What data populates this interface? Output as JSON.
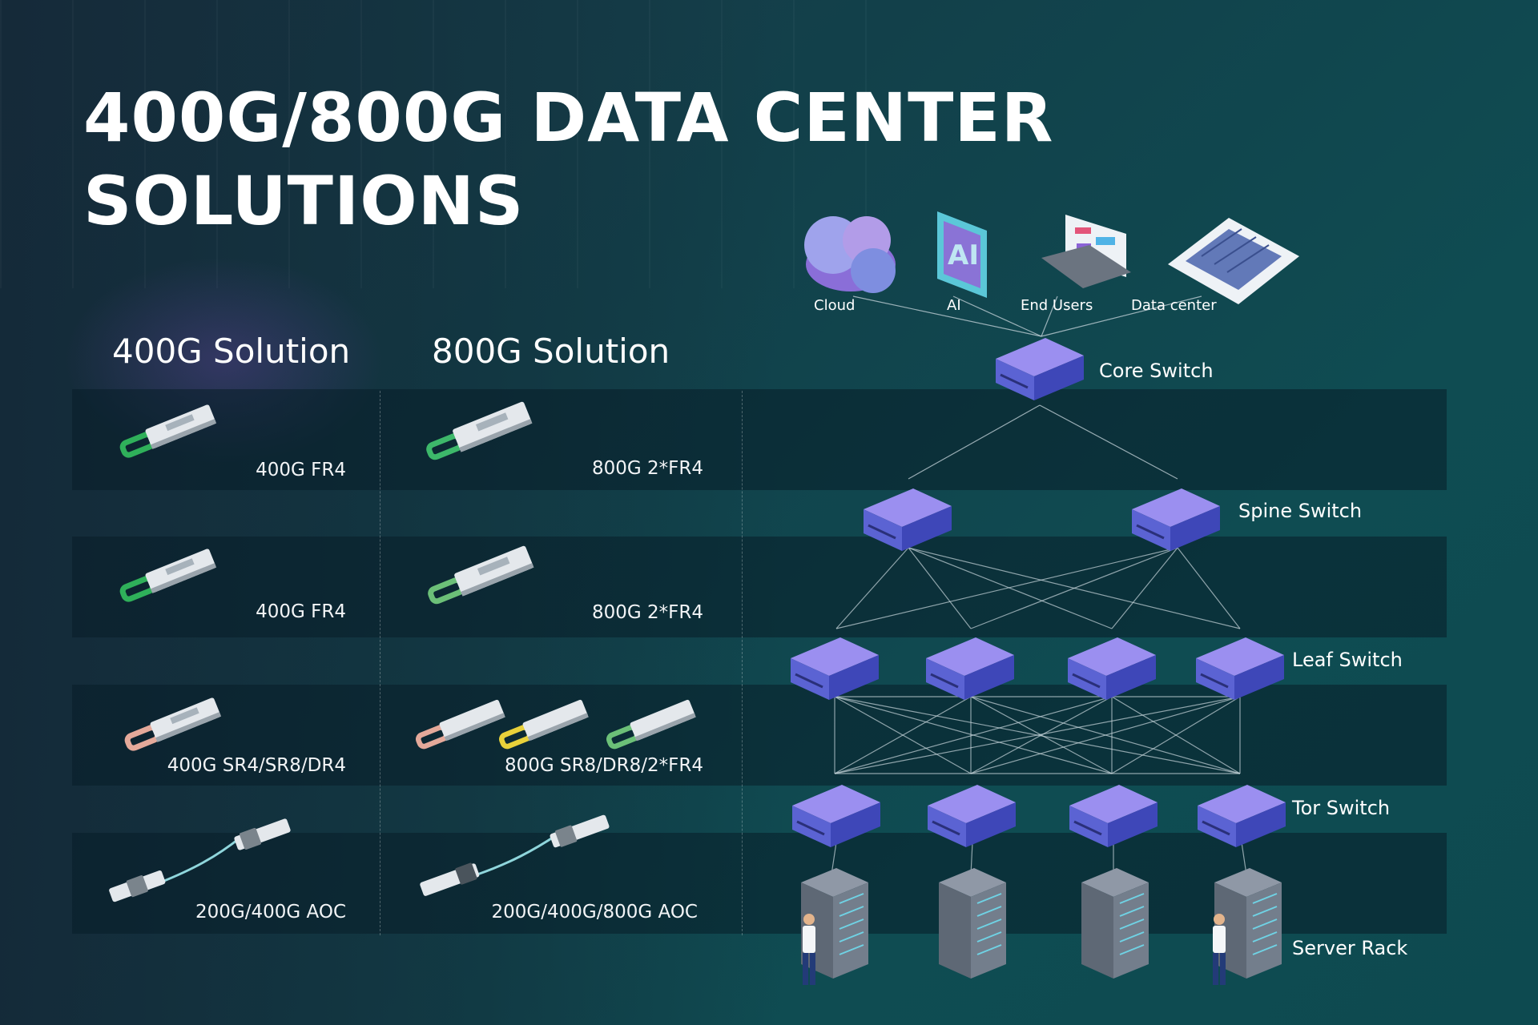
{
  "title": {
    "line1": "400G/800G DATA CENTER",
    "line2": "SOLUTIONS"
  },
  "columns": {
    "col400": "400G Solution",
    "col800": "800G Solution"
  },
  "products": {
    "row1": {
      "p400": "400G FR4",
      "p800": "800G 2*FR4"
    },
    "row2": {
      "p400": "400G FR4",
      "p800": "800G 2*FR4"
    },
    "row3": {
      "p400": "400G SR4/SR8/DR4",
      "p800": "800G SR8/DR8/2*FR4"
    },
    "row4": {
      "p400": "200G/400G AOC",
      "p800": "200G/400G/800G AOC"
    }
  },
  "sources": {
    "cloud": "Cloud",
    "ai": "AI",
    "ai_mark": "AI",
    "end_users": "End Users",
    "data_center": "Data center"
  },
  "layers": {
    "core": "Core Switch",
    "spine": "Spine Switch",
    "leaf": "Leaf Switch",
    "tor": "Tor Switch",
    "rack": "Server Rack"
  },
  "colors": {
    "switch_top": "#9b8ff0",
    "switch_side": "#4f57c9",
    "module_green": "#2fb05a",
    "module_pink": "#e4a99a",
    "module_yellow": "#e8d13a",
    "link_line": "#c8d6dc"
  }
}
